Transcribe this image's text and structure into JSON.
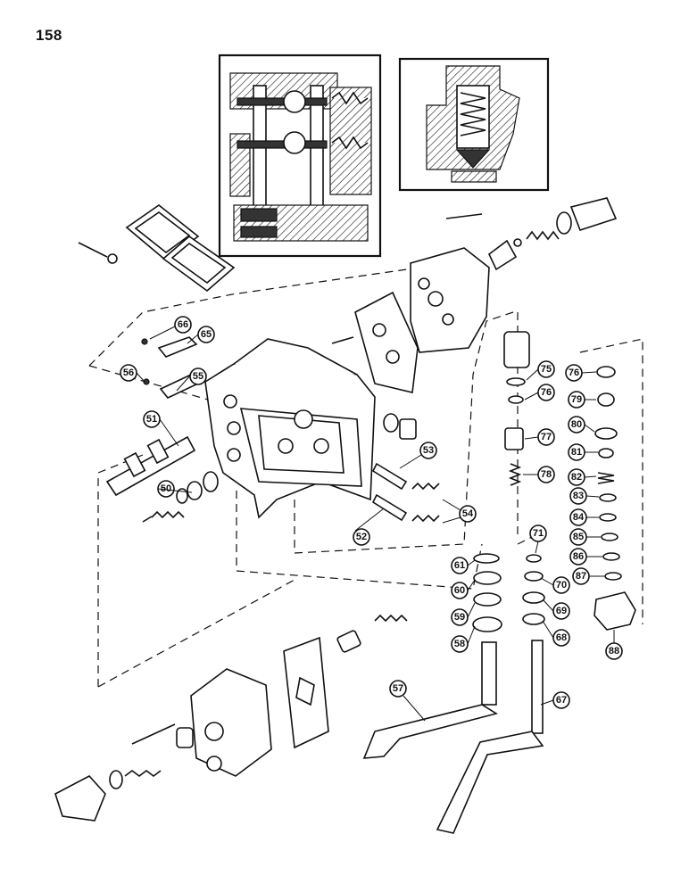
{
  "page": {
    "number": "158"
  },
  "callouts": [
    {
      "label": "50",
      "key": "c50"
    },
    {
      "label": "51",
      "key": "c51"
    },
    {
      "label": "52",
      "key": "c52"
    },
    {
      "label": "53",
      "key": "c53"
    },
    {
      "label": "54",
      "key": "c54"
    },
    {
      "label": "55",
      "key": "c55"
    },
    {
      "label": "56",
      "key": "c56"
    },
    {
      "label": "57",
      "key": "c57"
    },
    {
      "label": "58",
      "key": "c58"
    },
    {
      "label": "59",
      "key": "c59"
    },
    {
      "label": "60",
      "key": "c60"
    },
    {
      "label": "61",
      "key": "c61"
    },
    {
      "label": "65",
      "key": "c65"
    },
    {
      "label": "66",
      "key": "c66"
    },
    {
      "label": "67",
      "key": "c67"
    },
    {
      "label": "68",
      "key": "c68"
    },
    {
      "label": "69",
      "key": "c69"
    },
    {
      "label": "70",
      "key": "c70"
    },
    {
      "label": "71",
      "key": "c71"
    },
    {
      "label": "75",
      "key": "c75"
    },
    {
      "label": "76",
      "key": "c76a"
    },
    {
      "label": "76",
      "key": "c76b"
    },
    {
      "label": "77",
      "key": "c77"
    },
    {
      "label": "78",
      "key": "c78"
    },
    {
      "label": "79",
      "key": "c79"
    },
    {
      "label": "80",
      "key": "c80"
    },
    {
      "label": "81",
      "key": "c81"
    },
    {
      "label": "82",
      "key": "c82"
    },
    {
      "label": "83",
      "key": "c83"
    },
    {
      "label": "84",
      "key": "c84"
    },
    {
      "label": "85",
      "key": "c85"
    },
    {
      "label": "86",
      "key": "c86"
    },
    {
      "label": "87",
      "key": "c87"
    },
    {
      "label": "88",
      "key": "c88"
    }
  ]
}
